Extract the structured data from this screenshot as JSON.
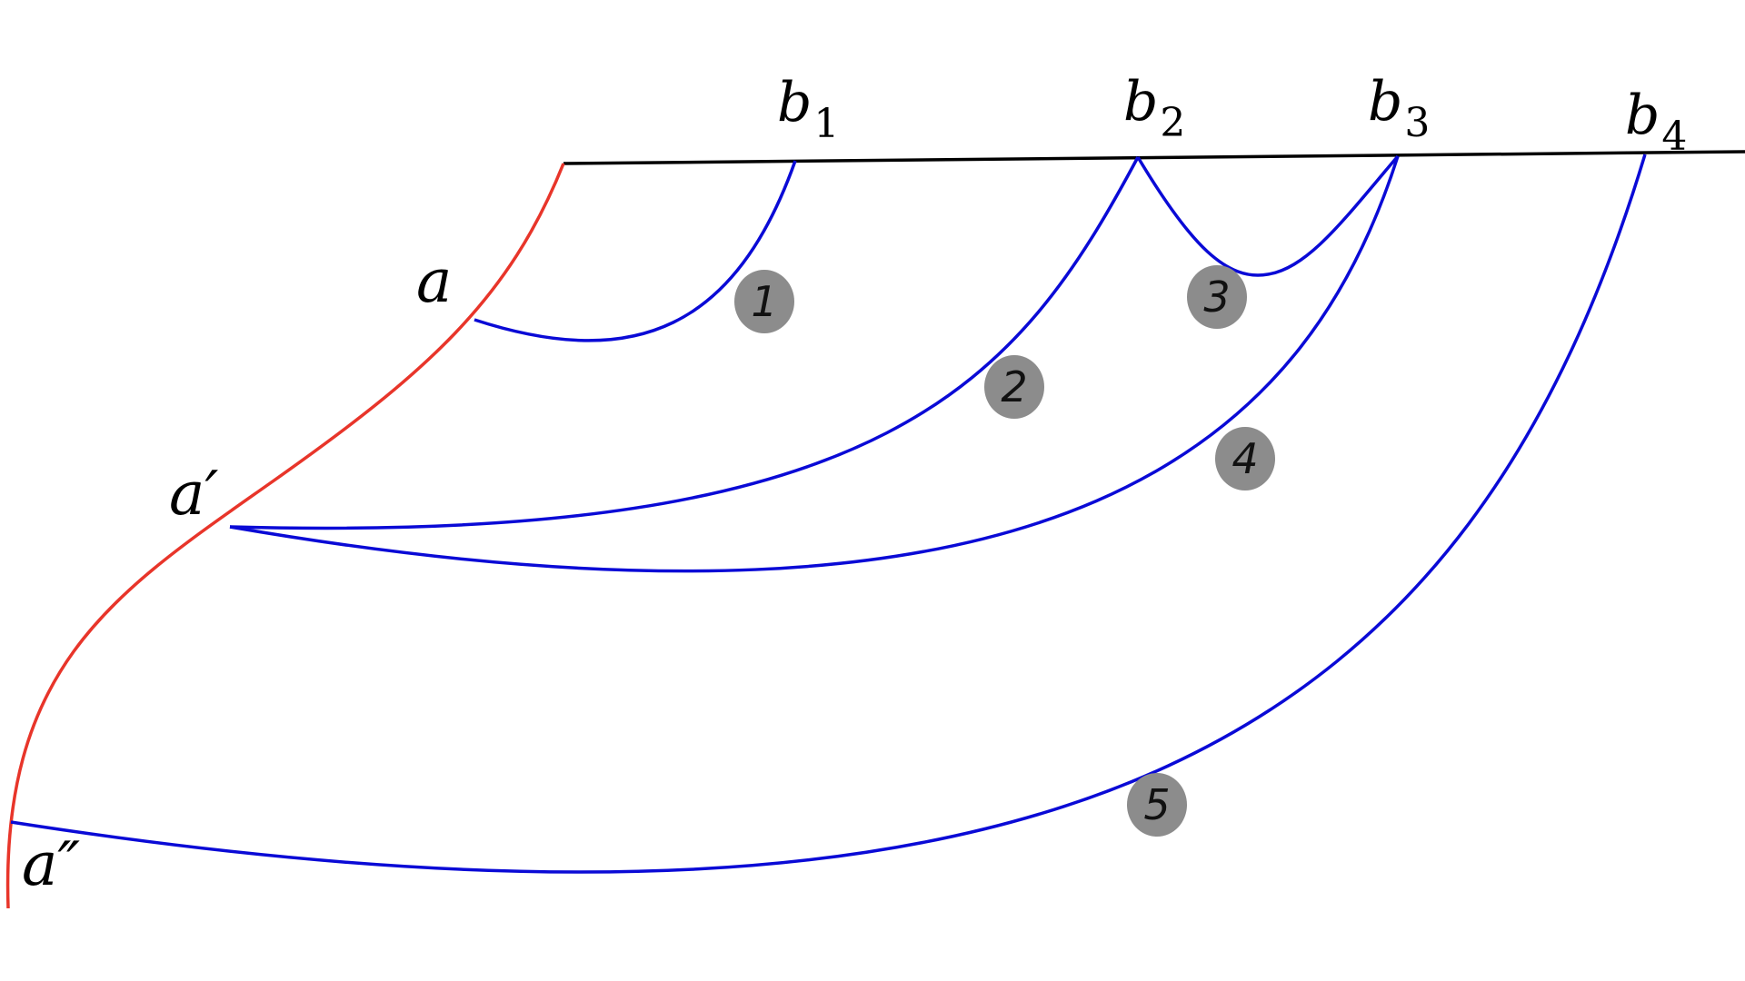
{
  "colors": {
    "baseline": "#000000",
    "left_curve": "#e8352a",
    "arcs": "#0a0ad6",
    "badge": "#8c8c8c",
    "badge_text": "#111111"
  },
  "points": {
    "b1": {
      "base": "b",
      "sub": "1"
    },
    "b2": {
      "base": "b",
      "sub": "2"
    },
    "b3": {
      "base": "b",
      "sub": "3"
    },
    "b4": {
      "base": "b",
      "sub": "4"
    },
    "a": {
      "text": "a"
    },
    "a_prime": {
      "text": "a′"
    },
    "a_double_prime": {
      "text": "a″"
    }
  },
  "regions": {
    "r1": "1",
    "r2": "2",
    "r3": "3",
    "r4": "4",
    "r5": "5"
  }
}
